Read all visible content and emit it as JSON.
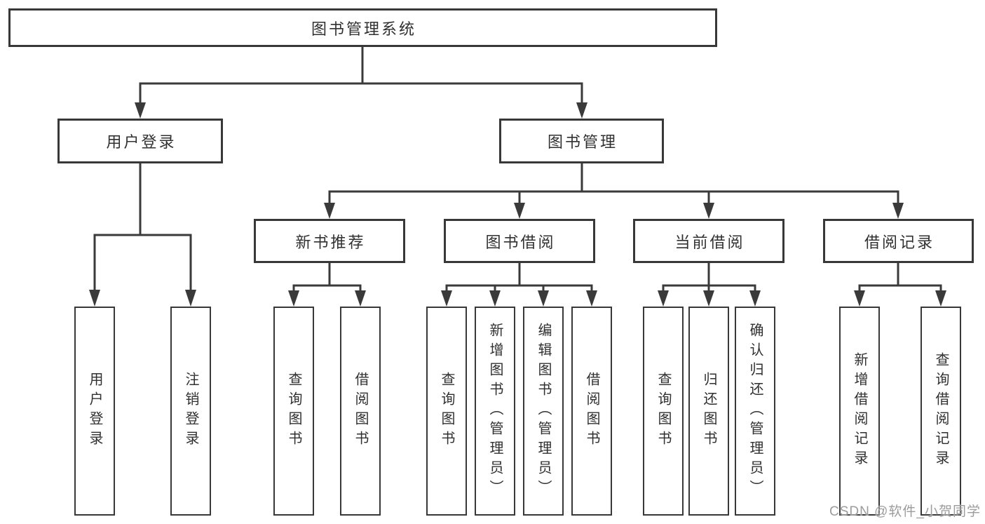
{
  "colors": {
    "line": "#3a3a3a",
    "border": "#383838",
    "text": "#303030",
    "watermark": "#9c9c9c",
    "bg": "#ffffff"
  },
  "tree": {
    "label": "图书管理系统",
    "children": [
      {
        "label": "用户登录",
        "children": [
          {
            "label": "用户登录"
          },
          {
            "label": "注销登录"
          }
        ]
      },
      {
        "label": "图书管理",
        "children": [
          {
            "label": "新书推荐",
            "children": [
              {
                "label": "查询图书"
              },
              {
                "label": "借阅图书"
              }
            ]
          },
          {
            "label": "图书借阅",
            "children": [
              {
                "label": "查询图书"
              },
              {
                "label": "新增图书（管理员）"
              },
              {
                "label": "编辑图书（管理员）"
              },
              {
                "label": "借阅图书"
              }
            ]
          },
          {
            "label": "当前借阅",
            "children": [
              {
                "label": "查询图书"
              },
              {
                "label": "归还图书"
              },
              {
                "label": "确认归还（管理员）"
              }
            ]
          },
          {
            "label": "借阅记录",
            "children": [
              {
                "label": "新增借阅记录"
              },
              {
                "label": "查询借阅记录"
              }
            ]
          }
        ]
      }
    ]
  },
  "watermark": "CSDN @软件_小贺同学"
}
